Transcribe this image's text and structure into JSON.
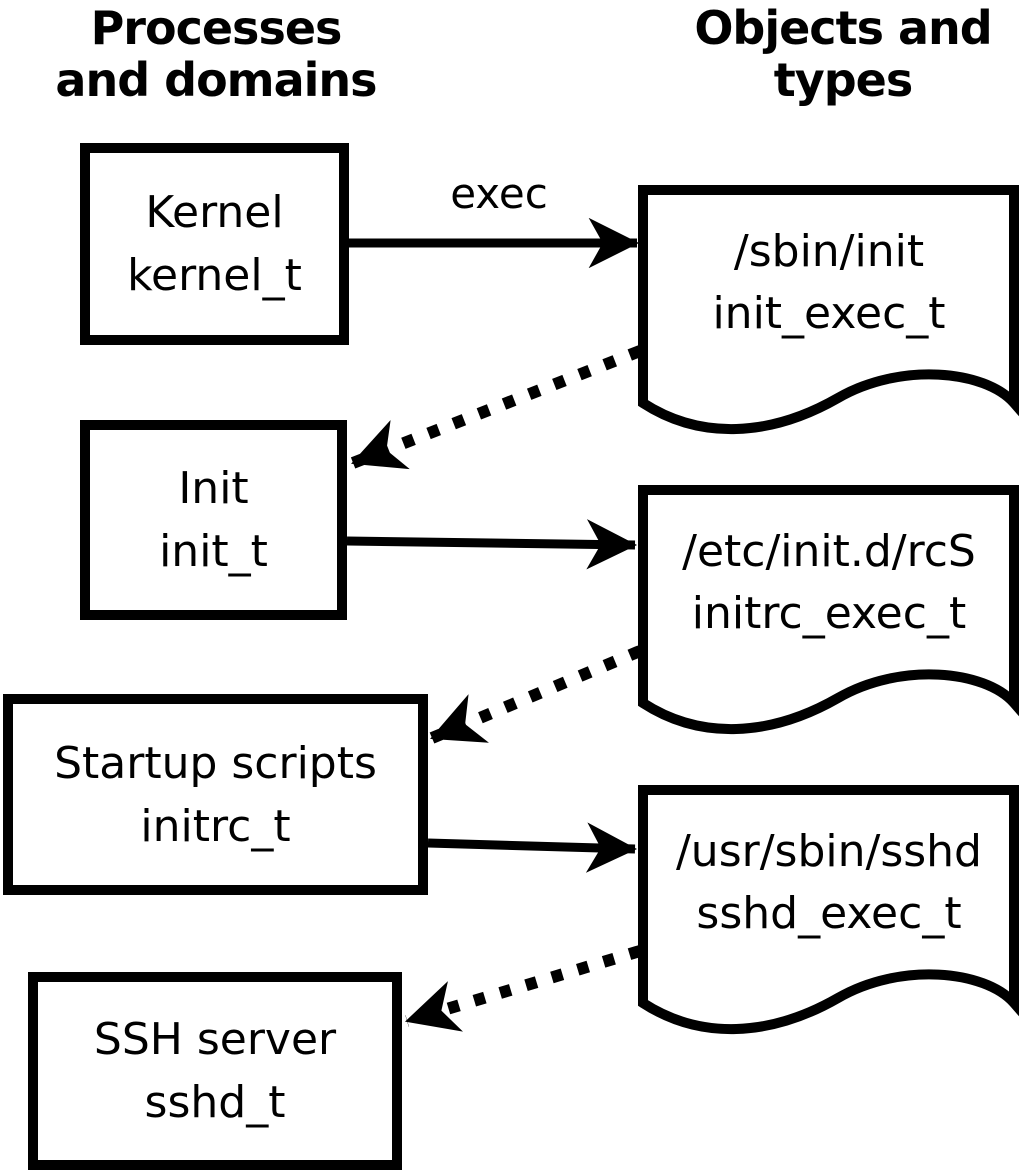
{
  "headers": {
    "left_line1": "Processes",
    "left_line2": "and domains",
    "right_line1": "Objects and",
    "right_line2": "types"
  },
  "process_nodes": [
    {
      "label": "Kernel",
      "type": "kernel_t"
    },
    {
      "label": "Init",
      "type": "init_t"
    },
    {
      "label": "Startup scripts",
      "type": "initrc_t"
    },
    {
      "label": "SSH server",
      "type": "sshd_t"
    }
  ],
  "object_nodes": [
    {
      "label": "/sbin/init",
      "type": "init_exec_t"
    },
    {
      "label": "/etc/init.d/rcS",
      "type": "initrc_exec_t"
    },
    {
      "label": "/usr/sbin/sshd",
      "type": "sshd_exec_t"
    }
  ],
  "edges": [
    {
      "from": "kernel_t",
      "to": "init_exec_t",
      "style": "solid",
      "label": "exec"
    },
    {
      "from": "init_exec_t",
      "to": "init_t",
      "style": "dotted",
      "label": ""
    },
    {
      "from": "init_t",
      "to": "initrc_exec_t",
      "style": "solid",
      "label": ""
    },
    {
      "from": "initrc_exec_t",
      "to": "initrc_t",
      "style": "dotted",
      "label": ""
    },
    {
      "from": "initrc_t",
      "to": "sshd_exec_t",
      "style": "solid",
      "label": ""
    },
    {
      "from": "sshd_exec_t",
      "to": "sshd_t",
      "style": "dotted",
      "label": ""
    }
  ],
  "colors": {
    "line": "#000000",
    "text": "#000000",
    "background": "#ffffff"
  }
}
